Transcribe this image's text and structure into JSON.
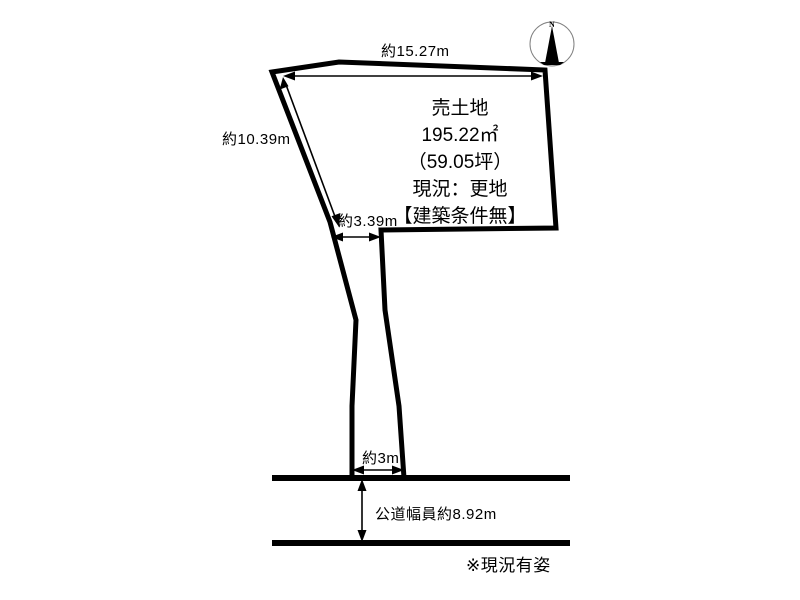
{
  "diagram": {
    "type": "land-plot-survey",
    "title_block": {
      "lines": [
        "売土地",
        "195.22㎡",
        "（59.05坪）",
        "現況：更地",
        "【建築条件無】"
      ],
      "area_sqm": "195.22㎡",
      "area_tsubo": "（59.05坪）",
      "status": "現況：更地",
      "condition": "【建築条件無】",
      "heading": "売土地"
    },
    "dimensions": {
      "top_width": "約15.27m",
      "left_side": "約10.39m",
      "mid_width": "約3.39m",
      "frontage": "約3m",
      "road_width": "公道幅員約8.92m"
    },
    "footnote": "※現況有姿",
    "compass": {
      "label": "N",
      "icon": "compass-north-icon"
    },
    "colors": {
      "outline": "#000000",
      "background": "#ffffff",
      "compass_ring": "#808080"
    }
  }
}
